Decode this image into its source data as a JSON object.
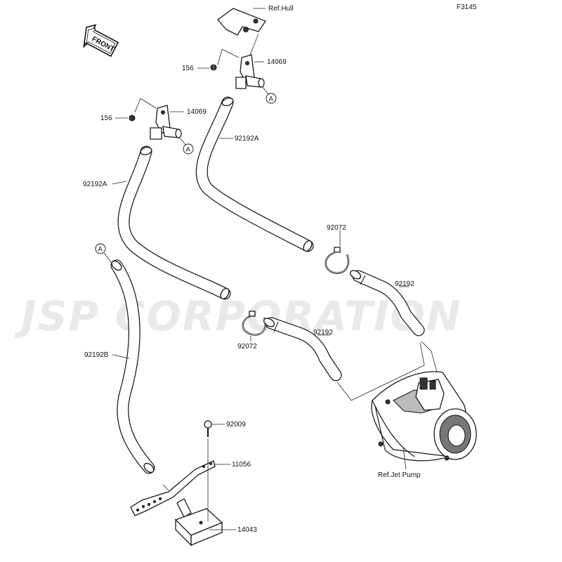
{
  "diagram": {
    "figure_code": "F3145",
    "watermark": "JSP CORPORATION",
    "front_arrow_label": "FRONT",
    "labels": {
      "ref_hull": "Ref.Hull",
      "ref_jet_pump": "Ref.Jet Pump",
      "p14069_top": "14069",
      "p14069_mid": "14069",
      "p156_top": "156",
      "p156_mid": "156",
      "p92192A_right": "92192A",
      "p92192A_left": "92192A",
      "p92072_upper": "92072",
      "p92072_lower": "92072",
      "p92192_upper": "92192",
      "p92192_lower": "92192",
      "p92192B": "92192B",
      "p92009": "92009",
      "p11056": "11056",
      "p14043": "14043"
    },
    "callouts": {
      "a_top": "A",
      "a_mid": "A",
      "a_left": "A"
    }
  }
}
